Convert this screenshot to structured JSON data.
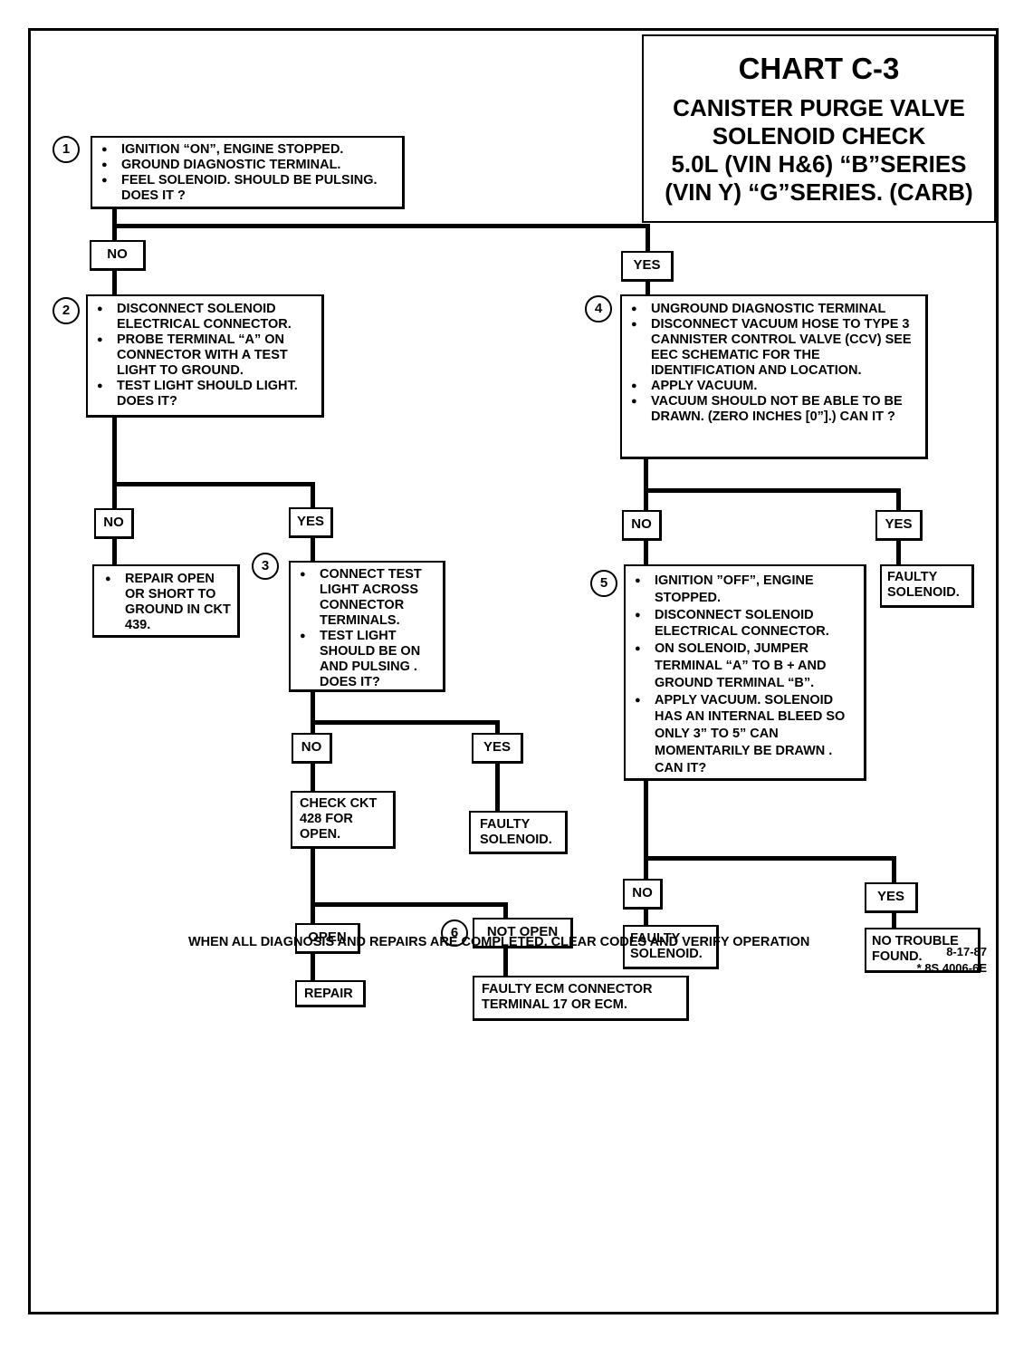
{
  "title": "CHART C-3",
  "subtitle": "CANISTER PURGE VALVE\nSOLENOID CHECK\n5.0L (VIN H&6) “B”SERIES\n(VIN Y) “G”SERIES. (CARB)",
  "steps": {
    "s1": {
      "num": "1",
      "items": [
        "IGNITION “ON”, ENGINE STOPPED.",
        "GROUND DIAGNOSTIC TERMINAL.",
        "FEEL SOLENOID. SHOULD BE PULSING. DOES IT ?"
      ]
    },
    "s2": {
      "num": "2",
      "items": [
        "DISCONNECT SOLENOID ELECTRICAL CONNECTOR.",
        "PROBE TERMINAL “A” ON CONNECTOR WITH A TEST LIGHT TO GROUND.",
        "TEST LIGHT SHOULD LIGHT. DOES IT?"
      ]
    },
    "s3": {
      "num": "3",
      "items": [
        "CONNECT TEST LIGHT ACROSS CONNECTOR TERMINALS.",
        "TEST LIGHT SHOULD BE ON AND PULSING . DOES IT?"
      ]
    },
    "s4": {
      "num": "4",
      "items": [
        "UNGROUND DIAGNOSTIC TERMINAL",
        "DISCONNECT VACUUM HOSE TO TYPE 3 CANNISTER CONTROL VALVE (CCV) SEE EEC SCHEMATIC FOR THE IDENTIFICATION AND LOCATION.",
        "APPLY VACUUM.",
        "VACUUM SHOULD NOT BE ABLE TO BE DRAWN. (ZERO INCHES [0”].) CAN IT ?"
      ]
    },
    "s5": {
      "num": "5",
      "items": [
        "IGNITION ”OFF”, ENGINE STOPPED.",
        "DISCONNECT SOLENOID ELECTRICAL CONNECTOR.",
        "ON SOLENOID, JUMPER TERMINAL “A” TO B + AND GROUND TERMINAL “B”.",
        "APPLY VACUUM. SOLENOID HAS AN INTERNAL BLEED SO ONLY 3” TO 5” CAN MOMENTARILY BE DRAWN . CAN IT?"
      ]
    },
    "s6": {
      "num": "6"
    }
  },
  "labels": {
    "no": "NO",
    "yes": "YES",
    "open": "OPEN",
    "not_open": "NOT OPEN"
  },
  "results": {
    "repair_open": "REPAIR OPEN OR SHORT TO GROUND IN CKT 439.",
    "check_ckt": "CHECK CKT 428 FOR OPEN.",
    "faulty_solenoid_3": "FAULTY SOLENOID.",
    "faulty_solenoid_4": "FAULTY SOLENOID.",
    "faulty_solenoid_5": "FAULTY SOLENOID.",
    "no_trouble": "NO TROUBLE FOUND.",
    "repair": "REPAIR",
    "faulty_ecm": "FAULTY ECM CONNECTOR TERMINAL 17 OR ECM."
  },
  "footer": "WHEN ALL DIAGNOSIS AND REPAIRS ARE COMPLETED, CLEAR CODES AND VERIFY OPERATION",
  "date": "8-17-87",
  "doc_code": "* 8S 4006-6E"
}
